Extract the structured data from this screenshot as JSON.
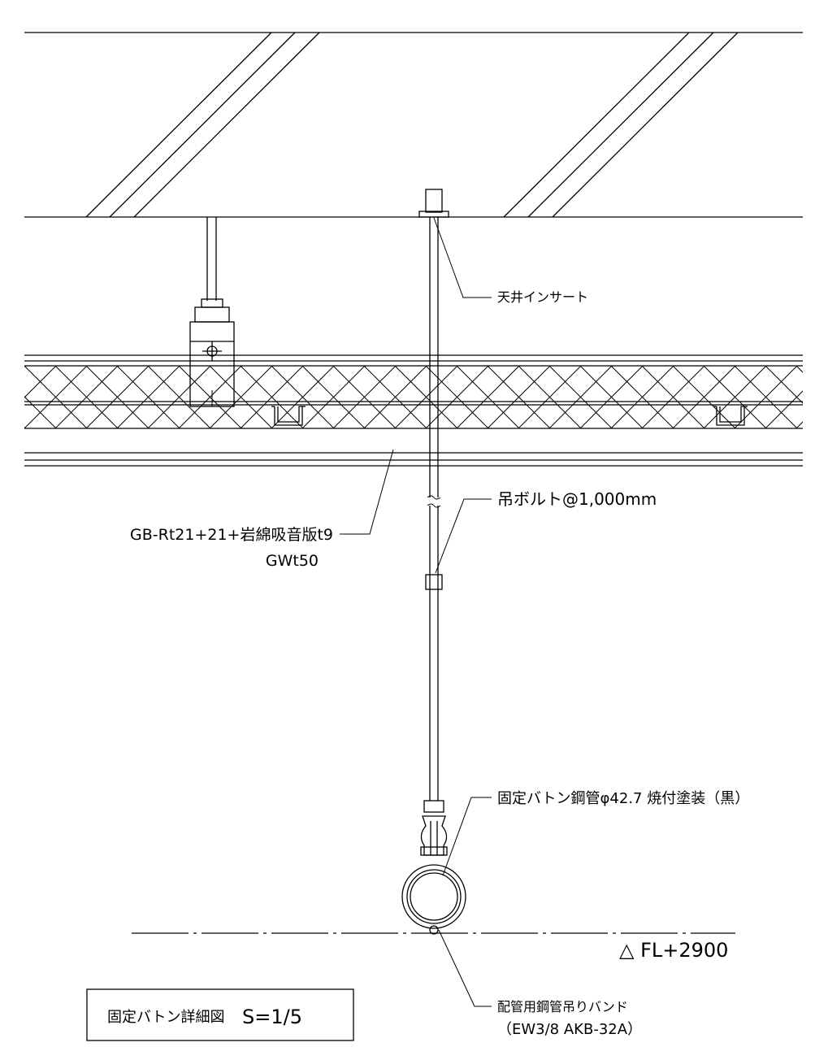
{
  "labels": {
    "ceiling_insert": "天井インサート",
    "hanger_bolt": "吊ボルト@1,000mm",
    "ceiling_board_line1": "GB-Rt21+21+岩綿吸音版t9",
    "ceiling_board_line2": "GWt50",
    "batten_pipe": "固定バトン鋼管φ42.7 焼付塗装（黒）",
    "floor_level": "△ FL+2900",
    "band_line1": "配管用鋼管吊りバンド",
    "band_line2": "（EW3/8 AKB-32A）"
  },
  "title_block": {
    "title": "固定バトン詳細図",
    "scale": "S=1/5"
  }
}
